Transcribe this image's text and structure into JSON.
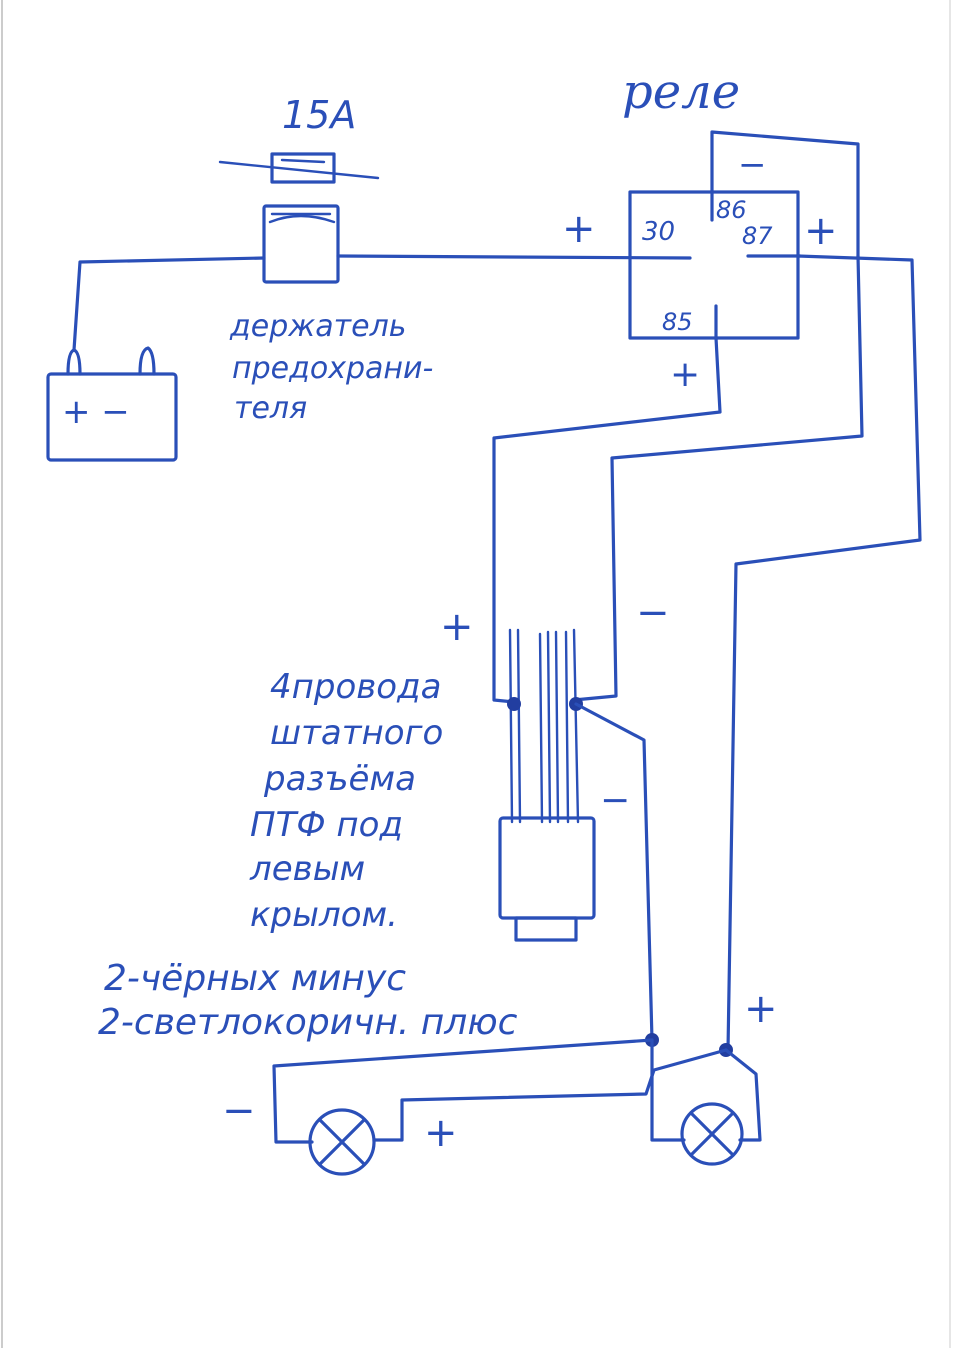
{
  "labels": {
    "fuse_rating": "15A",
    "relay_title": "реле",
    "relay_pin_30": "30",
    "relay_pin_86": "86",
    "relay_pin_87": "87",
    "relay_pin_85": "85",
    "relay_minus": "−",
    "relay_30_plus": "+",
    "relay_87_plus": "+",
    "relay_85_plus": "+",
    "battery_polarity": "+ −",
    "fuse_holder_line1": "держатель",
    "fuse_holder_line2": "предохрани-",
    "fuse_holder_line3": "теля",
    "connector_plus": "+",
    "connector_minus": "−",
    "connector_minus2": "−",
    "connector_line1": "4провода",
    "connector_line2": "штатного",
    "connector_line3": "разъёма",
    "connector_line4": "ПТФ под",
    "connector_line5": "левым",
    "connector_line6": "крылом.",
    "note_line1": "2-чёрных минус",
    "note_line2": "2-светлокоричн. плюс",
    "lamps_plus_right": "+",
    "lamp_left_minus": "−",
    "lamp_left_plus": "+"
  },
  "colors": {
    "ink": "#2a4fb8",
    "paper": "#ffffff"
  }
}
